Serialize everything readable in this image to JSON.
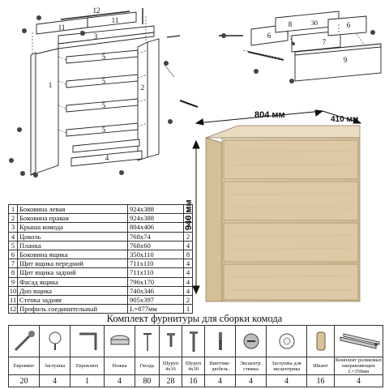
{
  "diagram": {
    "callouts": {
      "c1": "1",
      "c2": "2",
      "c3": "3",
      "c4": "4",
      "c5a": "5",
      "c5b": "5",
      "c5c": "5",
      "c5d": "5",
      "c6a": "6",
      "c6b": "6",
      "c7": "7",
      "c8": "8",
      "c9": "9",
      "c11a": "11",
      "c11b": "11",
      "c12": "12",
      "c30": "30"
    },
    "dimensions": {
      "width": "804 мм",
      "depth": "410 мм",
      "height": "940 мм"
    }
  },
  "parts": [
    {
      "num": "1",
      "name": "Боковина левая",
      "size": "924x388",
      "qty": "1"
    },
    {
      "num": "2",
      "name": "Боковина правая",
      "size": "924x388",
      "qty": "1"
    },
    {
      "num": "3",
      "name": "Крыша комода",
      "size": "804x406",
      "qty": "1"
    },
    {
      "num": "4",
      "name": "Цоколь",
      "size": "768x74",
      "qty": "2"
    },
    {
      "num": "5",
      "name": "Планка",
      "size": "768x60",
      "qty": "4"
    },
    {
      "num": "6",
      "name": "Боковина ящика",
      "size": "350x110",
      "qty": "8"
    },
    {
      "num": "7",
      "name": "Щит ящика передний",
      "size": "711x110",
      "qty": "4"
    },
    {
      "num": "8",
      "name": "Щит ящика задний",
      "size": "711x110",
      "qty": "4"
    },
    {
      "num": "9",
      "name": "Фасад ящика",
      "size": "796x170",
      "qty": "4"
    },
    {
      "num": "10",
      "name": "Дно ящика",
      "size": "740x346",
      "qty": "4"
    },
    {
      "num": "11",
      "name": "Стенка задняя",
      "size": "905x397",
      "qty": "2"
    },
    {
      "num": "12",
      "name": "Профиль соединительный",
      "size": "L=877мм",
      "qty": "1"
    }
  ],
  "hardware": {
    "title": "Комплект фурнитуры для сборки комода",
    "items": [
      {
        "name": "Евровинт",
        "count": "20",
        "icon": "screw-icon"
      },
      {
        "name": "Заглушка",
        "count": "4",
        "icon": "cap-icon"
      },
      {
        "name": "Евроключ",
        "count": "1",
        "icon": "hex-key-icon"
      },
      {
        "name": "Ножка",
        "count": "4",
        "icon": "foot-icon"
      },
      {
        "name": "Гвоздь",
        "count": "80",
        "icon": "nail-icon"
      },
      {
        "name": "Шуруп 4x16",
        "count": "28",
        "icon": "short-screw-icon"
      },
      {
        "name": "Шуруп 4x30",
        "count": "16",
        "icon": "long-screw-icon"
      },
      {
        "name": "Винтчик-дюбель",
        "count": "4",
        "icon": "dowel-screw-icon"
      },
      {
        "name": "Эксцентр. стяжка",
        "count": "4",
        "icon": "cam-lock-icon"
      },
      {
        "name": "Заглушка для эксцентрика",
        "count": "4",
        "icon": "cam-cap-icon"
      },
      {
        "name": "Шкант",
        "count": "16",
        "icon": "dowel-icon"
      },
      {
        "name": "Комплект роликовых направляющих L=350мм",
        "count": "4",
        "icon": "rail-icon"
      }
    ]
  }
}
